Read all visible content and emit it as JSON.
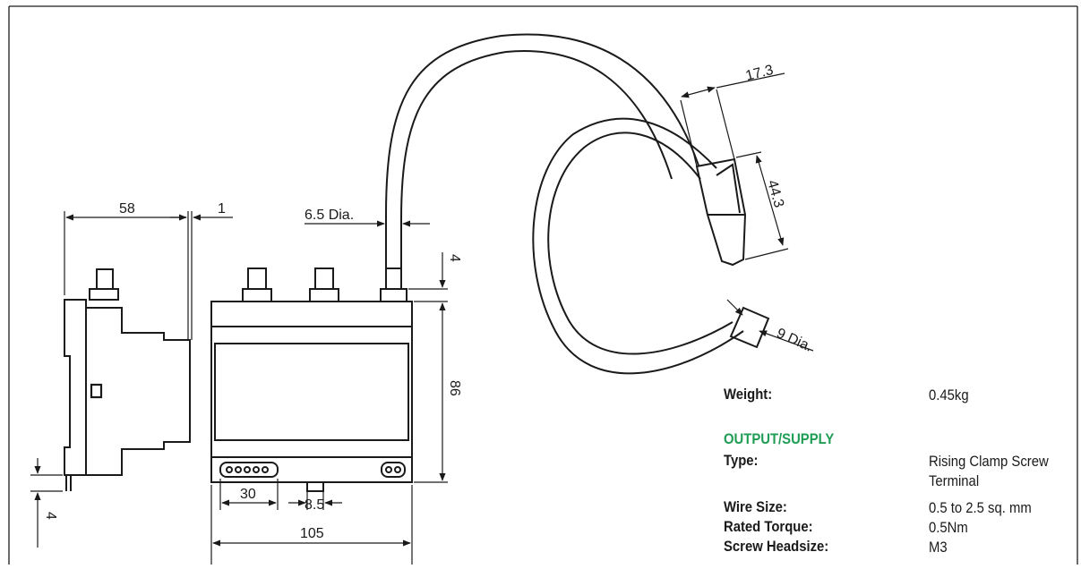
{
  "colors": {
    "section_heading": "#1f9d55",
    "line": "#1a1a1a"
  },
  "dimensions": {
    "side_width": "58",
    "side_gap": "1",
    "cable_dia": "6.5 Dia.",
    "top_offset": "4",
    "height": "86",
    "bottom_offset": "4",
    "terminal_width": "30",
    "terminal_pitch": "8.5",
    "total_width": "105",
    "connector_width": "17.3",
    "connector_length": "44.3",
    "sensor_dia": "9 Dia."
  },
  "specs": {
    "weight_label": "Weight:",
    "weight_value": "0.45kg",
    "section_title": "OUTPUT/SUPPLY",
    "type_label": "Type:",
    "type_value_line1": "Rising Clamp Screw",
    "type_value_line2": "Terminal",
    "wire_label": "Wire Size:",
    "wire_value": "0.5 to 2.5 sq. mm",
    "torque_label": "Rated Torque:",
    "torque_value": "0.5Nm",
    "screw_label": "Screw Headsize:",
    "screw_value": "M3"
  }
}
